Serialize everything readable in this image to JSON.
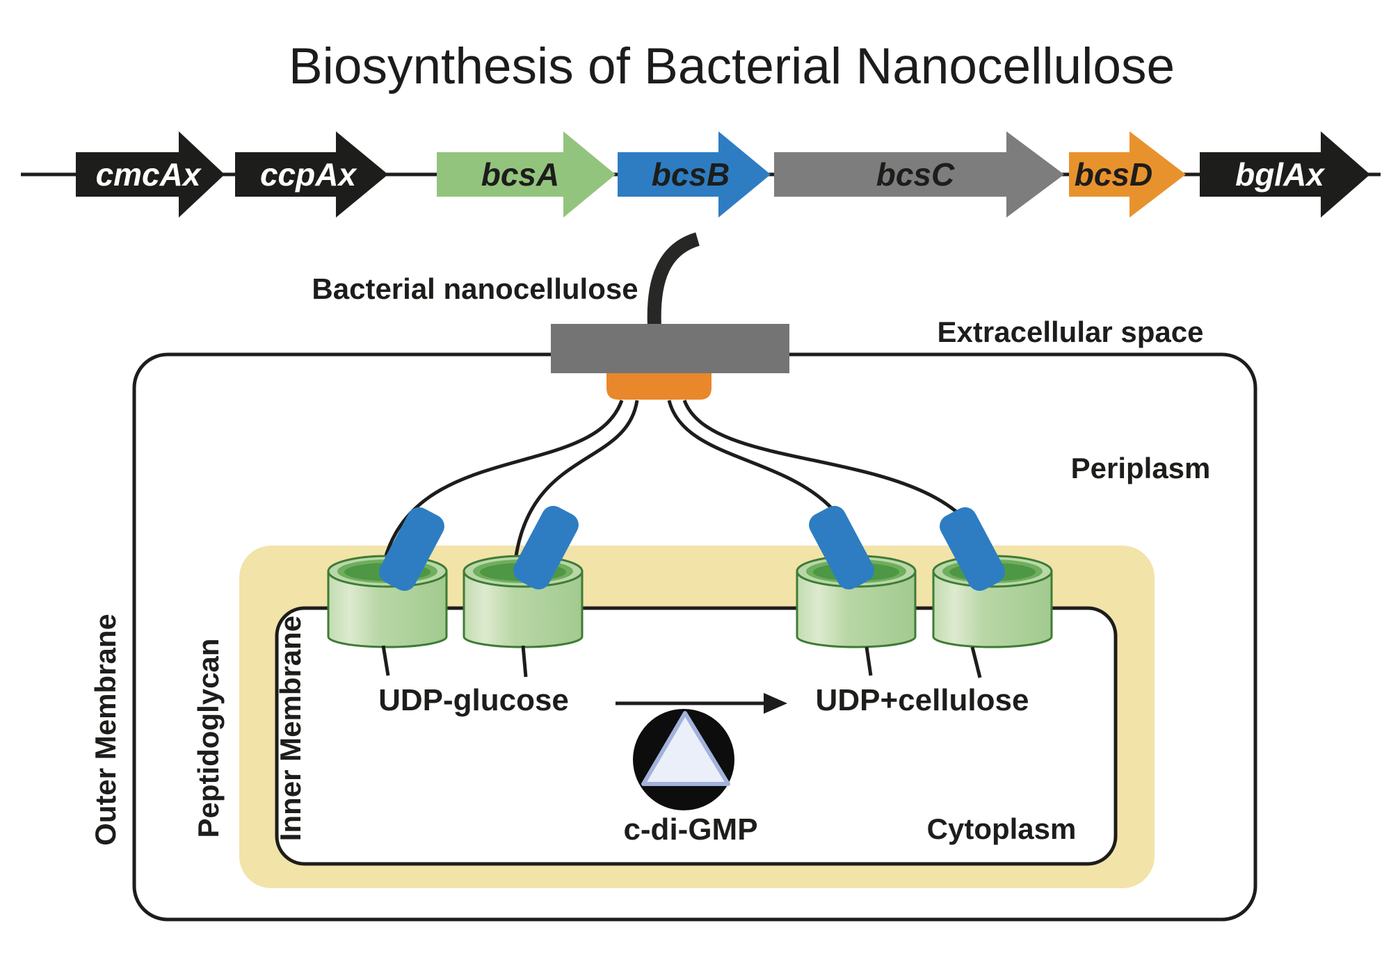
{
  "title": "Biosynthesis of Bacterial Nanocellulose",
  "operon": {
    "genes": [
      {
        "label": "cmcAx",
        "fill": "#1d1d1b",
        "text_color": "#ffffff"
      },
      {
        "label": "ccpAx",
        "fill": "#1d1d1b",
        "text_color": "#ffffff"
      },
      {
        "label": "bcsA",
        "fill": "#93c47e",
        "text_color": "#1d1d1b"
      },
      {
        "label": "bcsB",
        "fill": "#2e7dc2",
        "text_color": "#1d1d1b"
      },
      {
        "label": "bcsC",
        "fill": "#7d7d7d",
        "text_color": "#1d1d1b"
      },
      {
        "label": "bcsD",
        "fill": "#e8922e",
        "text_color": "#1d1d1b"
      },
      {
        "label": "bglAx",
        "fill": "#1d1d1b",
        "text_color": "#ffffff"
      }
    ]
  },
  "cell": {
    "product_label": "Bacterial nanocellulose",
    "extracellular_label": "Extracellular space",
    "periplasm_label": "Periplasm",
    "outer_membrane_label": "Outer Membrane",
    "peptidoglycan_label": "Peptidoglycan",
    "inner_membrane_label": "Inner Membrane",
    "cytoplasm_label": "Cytoplasm"
  },
  "reaction": {
    "substrate": "UDP-glucose",
    "product": "UDP+cellulose",
    "cofactor": "c-di-GMP"
  },
  "colors": {
    "black": "#1d1d1b",
    "green_gene": "#93c47e",
    "blue_protein": "#2e7dc2",
    "gray_complex": "#747474",
    "orange_protein": "#e8882b",
    "peptidoglycan_tan": "#f2e3a9",
    "cylinder_green": "#b3d3a1",
    "cylinder_mouth_green": "#4e9744",
    "triangle_fill": "#eaeffa",
    "triangle_stroke": "#a2b2da"
  }
}
